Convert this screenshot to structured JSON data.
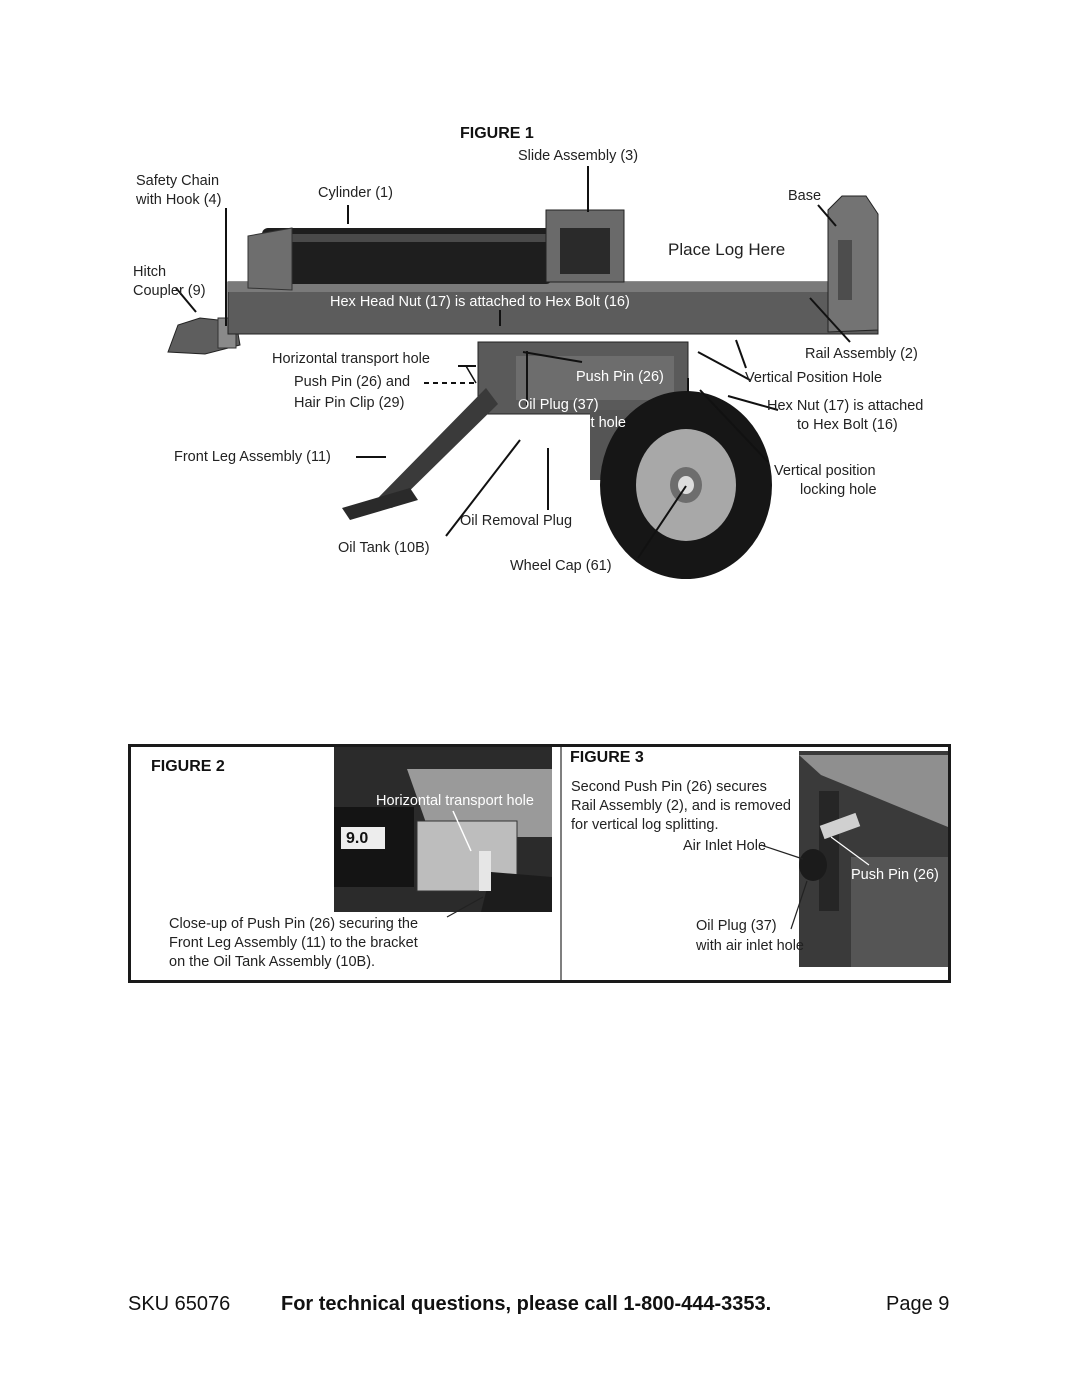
{
  "figure1": {
    "title": "FIGURE 1",
    "labels": {
      "slide_assembly": "Slide Assembly (3)",
      "safety_chain_1": "Safety Chain",
      "safety_chain_2": "with Hook (4)",
      "cylinder": "Cylinder (1)",
      "base": "Base",
      "place_log": "Place Log Here",
      "hitch_1": "Hitch",
      "hitch_2": "Coupler (9)",
      "hex_head_nut": "Hex Head Nut (17) is attached to Hex Bolt (16)",
      "rail_assembly": "Rail Assembly (2)",
      "horizontal_transport": "Horizontal transport hole",
      "push_pin_and": "Push Pin (26) and",
      "hair_pin": "Hair Pin Clip (29)",
      "push_pin": "Push Pin (26)",
      "vertical_position": "Vertical Position Hole",
      "oil_plug_1": "Oil Plug (37)",
      "oil_plug_2": "with air inlet hole",
      "hex_nut_1": "Hex Nut (17) is attached",
      "hex_nut_2": "to Hex Bolt (16)",
      "front_leg": "Front Leg Assembly (11)",
      "vertical_locking_1": "Vertical position",
      "vertical_locking_2": "locking hole",
      "oil_removal": "Oil Removal Plug",
      "oil_tank": "Oil Tank (10B)",
      "wheel_cap": "Wheel Cap (61)"
    }
  },
  "figure2": {
    "title": "FIGURE 2",
    "horizontal_transport": "Horizontal transport hole",
    "engine_badge": "9.0",
    "caption_1": "Close-up of Push Pin (26) securing the",
    "caption_2": "Front Leg Assembly (11) to the bracket",
    "caption_3": "on the Oil Tank Assembly (10B)."
  },
  "figure3": {
    "title": "FIGURE 3",
    "text_1": "Second Push Pin (26) secures",
    "text_2": "Rail Assembly (2), and is removed",
    "text_3": "for vertical log splitting.",
    "air_inlet": "Air Inlet Hole",
    "push_pin": "Push Pin (26)",
    "oil_plug_1": "Oil Plug (37)",
    "oil_plug_2": "with air inlet hole"
  },
  "footer": {
    "sku": "SKU 65076",
    "technical": "For technical questions, please call 1-800-444-3353.",
    "page": "Page 9"
  }
}
